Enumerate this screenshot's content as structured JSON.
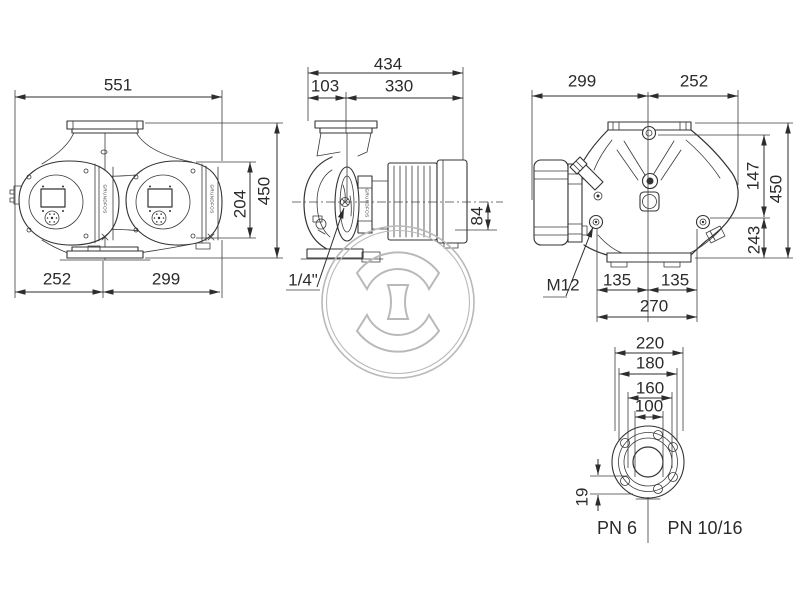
{
  "drawing_type": "pump dimensional drawing",
  "brand": "GRUNDFOS",
  "labels": {
    "top_view": {
      "width": "551",
      "height": "450",
      "head_height": "204",
      "left_offset": "252",
      "right_offset": "299"
    },
    "side_view": {
      "depth": "434",
      "front": "103",
      "back": "330",
      "below_axis": "84",
      "vent_plug": "1/4\""
    },
    "front_view": {
      "left_width": "299",
      "right_width": "252",
      "upper": "147",
      "height": "450",
      "lower": "243",
      "bolt_left": "135",
      "bolt_right": "135",
      "bolt_span": "270",
      "thread": "M12"
    },
    "flange_view": {
      "outer_dia": "220",
      "pcd_pn6": "180",
      "pcd_pn16": "160",
      "bore": "100",
      "hole_offset": "19",
      "rating_left": "PN 6",
      "rating_right": "PN 10/16"
    }
  }
}
